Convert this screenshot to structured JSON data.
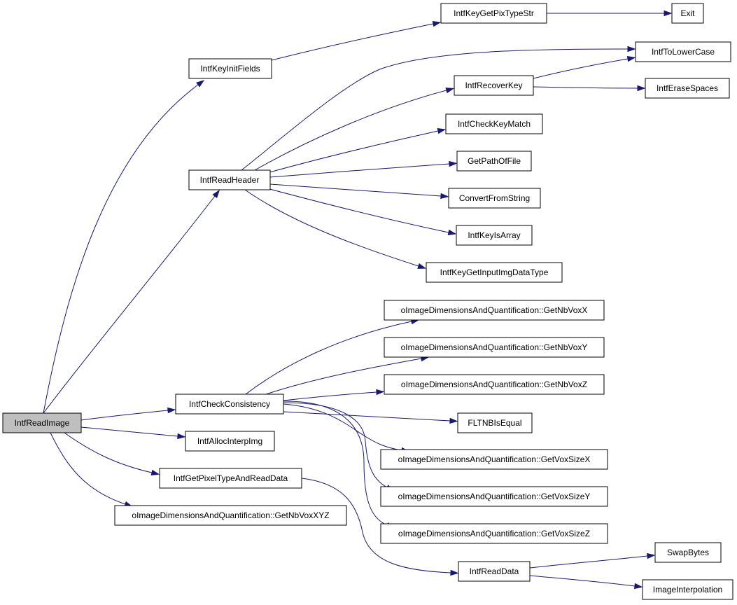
{
  "graph": {
    "nodes": [
      {
        "id": "root",
        "label": "IntfReadImage",
        "root": true
      },
      {
        "id": "keyinit",
        "label": "IntfKeyInitFields"
      },
      {
        "id": "readheader",
        "label": "IntfReadHeader"
      },
      {
        "id": "checkcons",
        "label": "IntfCheckConsistency"
      },
      {
        "id": "alloc",
        "label": "IntfAllocInterpImg"
      },
      {
        "id": "getpix",
        "label": "IntfGetPixelTypeAndReadData"
      },
      {
        "id": "nbvoxxyz",
        "label": "oImageDimensionsAndQuantification::GetNbVoxXYZ"
      },
      {
        "id": "pixtypestr",
        "label": "IntfKeyGetPixTypeStr"
      },
      {
        "id": "exit",
        "label": "Exit"
      },
      {
        "id": "tolower",
        "label": "IntfToLowerCase"
      },
      {
        "id": "recoverkey",
        "label": "IntfRecoverKey"
      },
      {
        "id": "erasespaces",
        "label": "IntfEraseSpaces"
      },
      {
        "id": "checkkeymatch",
        "label": "IntfCheckKeyMatch"
      },
      {
        "id": "getpathoffile",
        "label": "GetPathOfFile"
      },
      {
        "id": "convertfromstring",
        "label": "ConvertFromString"
      },
      {
        "id": "keyisarray",
        "label": "IntfKeyIsArray"
      },
      {
        "id": "inputimgdatatype",
        "label": "IntfKeyGetInputImgDataType"
      },
      {
        "id": "nbvoxx",
        "label": "oImageDimensionsAndQuantification::GetNbVoxX"
      },
      {
        "id": "nbvoxy",
        "label": "oImageDimensionsAndQuantification::GetNbVoxY"
      },
      {
        "id": "nbvoxz",
        "label": "oImageDimensionsAndQuantification::GetNbVoxZ"
      },
      {
        "id": "fltnbisequal",
        "label": "FLTNBIsEqual"
      },
      {
        "id": "voxsizex",
        "label": "oImageDimensionsAndQuantification::GetVoxSizeX"
      },
      {
        "id": "voxsizey",
        "label": "oImageDimensionsAndQuantification::GetVoxSizeY"
      },
      {
        "id": "voxsizez",
        "label": "oImageDimensionsAndQuantification::GetVoxSizeZ"
      },
      {
        "id": "readdata",
        "label": "IntfReadData"
      },
      {
        "id": "swapbytes",
        "label": "SwapBytes"
      },
      {
        "id": "imageinterp",
        "label": "ImageInterpolation"
      }
    ],
    "edges": [
      [
        "root",
        "keyinit"
      ],
      [
        "root",
        "readheader"
      ],
      [
        "root",
        "checkcons"
      ],
      [
        "root",
        "alloc"
      ],
      [
        "root",
        "getpix"
      ],
      [
        "root",
        "nbvoxxyz"
      ],
      [
        "keyinit",
        "pixtypestr"
      ],
      [
        "pixtypestr",
        "exit"
      ],
      [
        "readheader",
        "tolower"
      ],
      [
        "readheader",
        "recoverkey"
      ],
      [
        "readheader",
        "checkkeymatch"
      ],
      [
        "readheader",
        "getpathoffile"
      ],
      [
        "readheader",
        "convertfromstring"
      ],
      [
        "readheader",
        "keyisarray"
      ],
      [
        "readheader",
        "inputimgdatatype"
      ],
      [
        "recoverkey",
        "tolower"
      ],
      [
        "recoverkey",
        "erasespaces"
      ],
      [
        "checkcons",
        "nbvoxx"
      ],
      [
        "checkcons",
        "nbvoxy"
      ],
      [
        "checkcons",
        "nbvoxz"
      ],
      [
        "checkcons",
        "fltnbisequal"
      ],
      [
        "checkcons",
        "voxsizex"
      ],
      [
        "checkcons",
        "voxsizey"
      ],
      [
        "checkcons",
        "voxsizez"
      ],
      [
        "getpix",
        "readdata"
      ],
      [
        "readdata",
        "swapbytes"
      ],
      [
        "readdata",
        "imageinterp"
      ]
    ],
    "colors": {
      "edge": "#191970",
      "root_fill": "#bfbfbf",
      "node_fill": "#ffffff",
      "node_border": "#000000"
    }
  }
}
